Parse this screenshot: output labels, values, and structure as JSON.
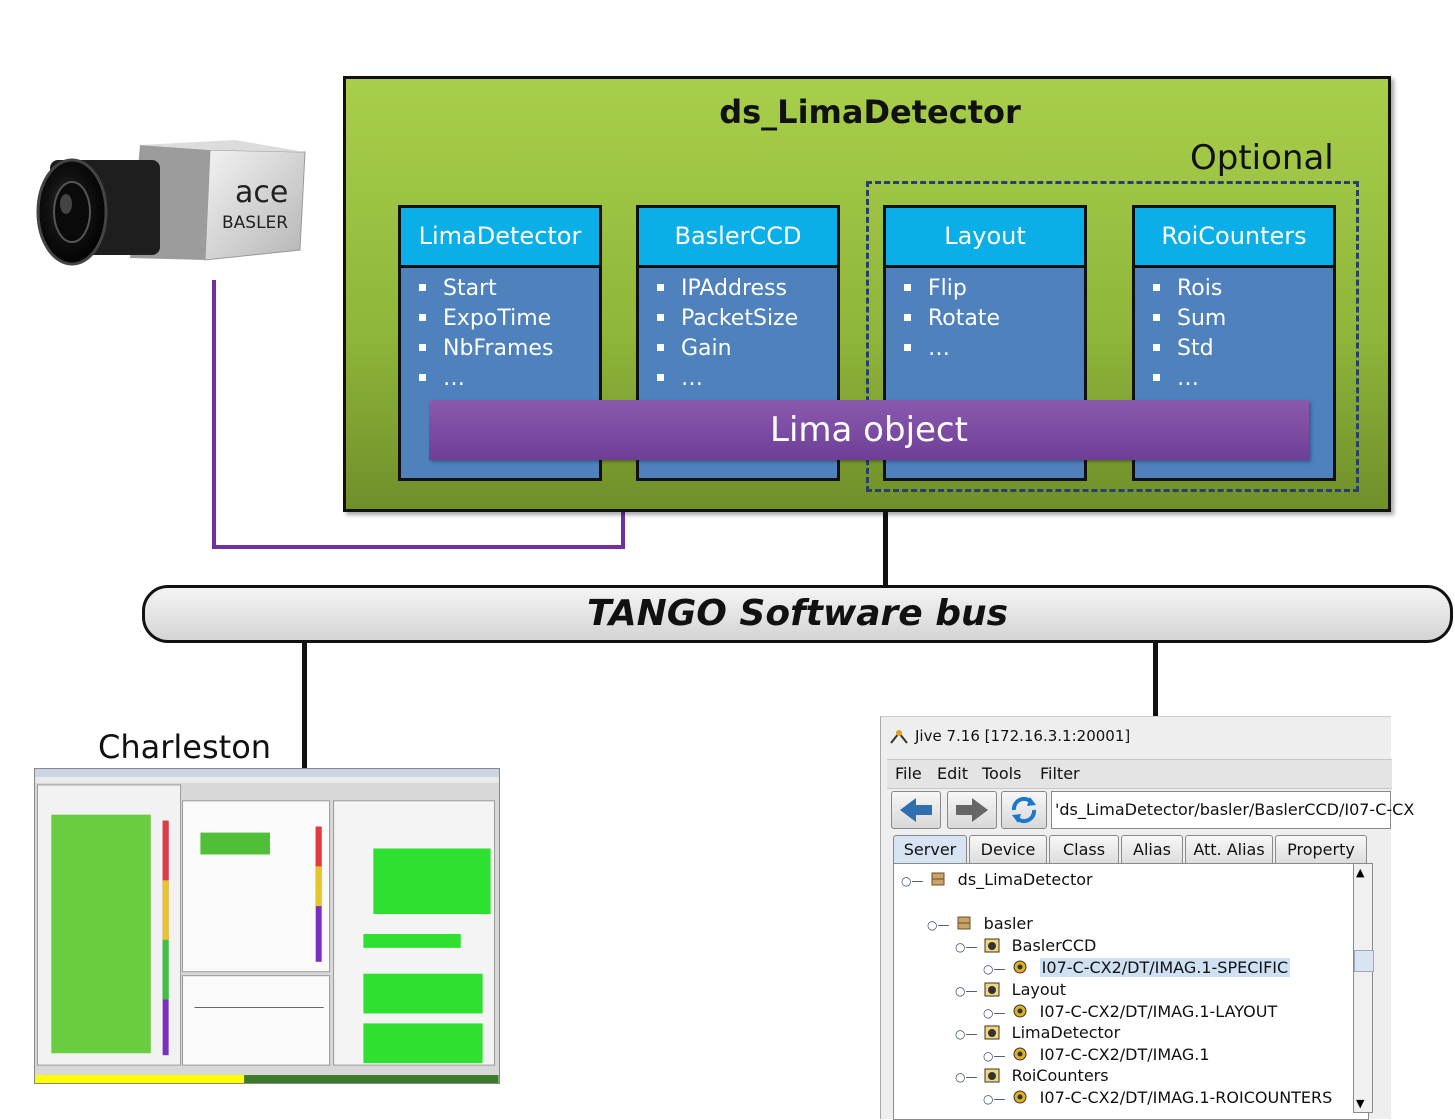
{
  "diagram": {
    "server": {
      "title": "ds_LimaDetector",
      "optional_label": "Optional",
      "cards": [
        {
          "title": "LimaDetector",
          "items": [
            "Start",
            "ExpoTime",
            "NbFrames",
            "…"
          ]
        },
        {
          "title": "BaslerCCD",
          "items": [
            "IPAddress",
            "PacketSize",
            "Gain",
            "…"
          ]
        },
        {
          "title": "Layout",
          "items": [
            "Flip",
            "Rotate",
            "…"
          ]
        },
        {
          "title": "RoiCounters",
          "items": [
            "Rois",
            "Sum",
            "Std",
            "…"
          ]
        }
      ],
      "lima_object": "Lima object"
    },
    "camera": {
      "brand": "BASLER",
      "model": "ace"
    },
    "bus": "TANGO Software bus",
    "client_left": "Charleston",
    "colors": {
      "server_green": "#9bc63f",
      "card_blue": "#4f81bd",
      "card_header": "#0aafe8",
      "lima_purple": "#7a4ba3",
      "link_purple": "#7030a0"
    }
  },
  "jive": {
    "title": "Jive 7.16 [172.16.3.1:20001]",
    "menu": [
      "File",
      "Edit",
      "Tools",
      "Filter"
    ],
    "path": "'ds_LimaDetector/basler/BaslerCCD/I07-C-CX",
    "tabs": [
      "Server",
      "Device",
      "Class",
      "Alias",
      "Att. Alias",
      "Property"
    ],
    "tree": [
      {
        "label": "ds_LimaDetector",
        "level": 0,
        "icon": "server-icon"
      },
      {
        "label": "basler",
        "level": 1,
        "icon": "server-icon"
      },
      {
        "label": "BaslerCCD",
        "level": 2,
        "icon": "class-icon"
      },
      {
        "label": "I07-C-CX2/DT/IMAG.1-SPECIFIC",
        "level": 3,
        "icon": "device-icon",
        "selected": true
      },
      {
        "label": "Layout",
        "level": 2,
        "icon": "class-icon"
      },
      {
        "label": "I07-C-CX2/DT/IMAG.1-LAYOUT",
        "level": 3,
        "icon": "device-icon"
      },
      {
        "label": "LimaDetector",
        "level": 2,
        "icon": "class-icon"
      },
      {
        "label": "I07-C-CX2/DT/IMAG.1",
        "level": 3,
        "icon": "device-icon"
      },
      {
        "label": "RoiCounters",
        "level": 2,
        "icon": "class-icon"
      },
      {
        "label": "I07-C-CX2/DT/IMAG.1-ROICOUNTERS",
        "level": 3,
        "icon": "device-icon"
      }
    ]
  }
}
